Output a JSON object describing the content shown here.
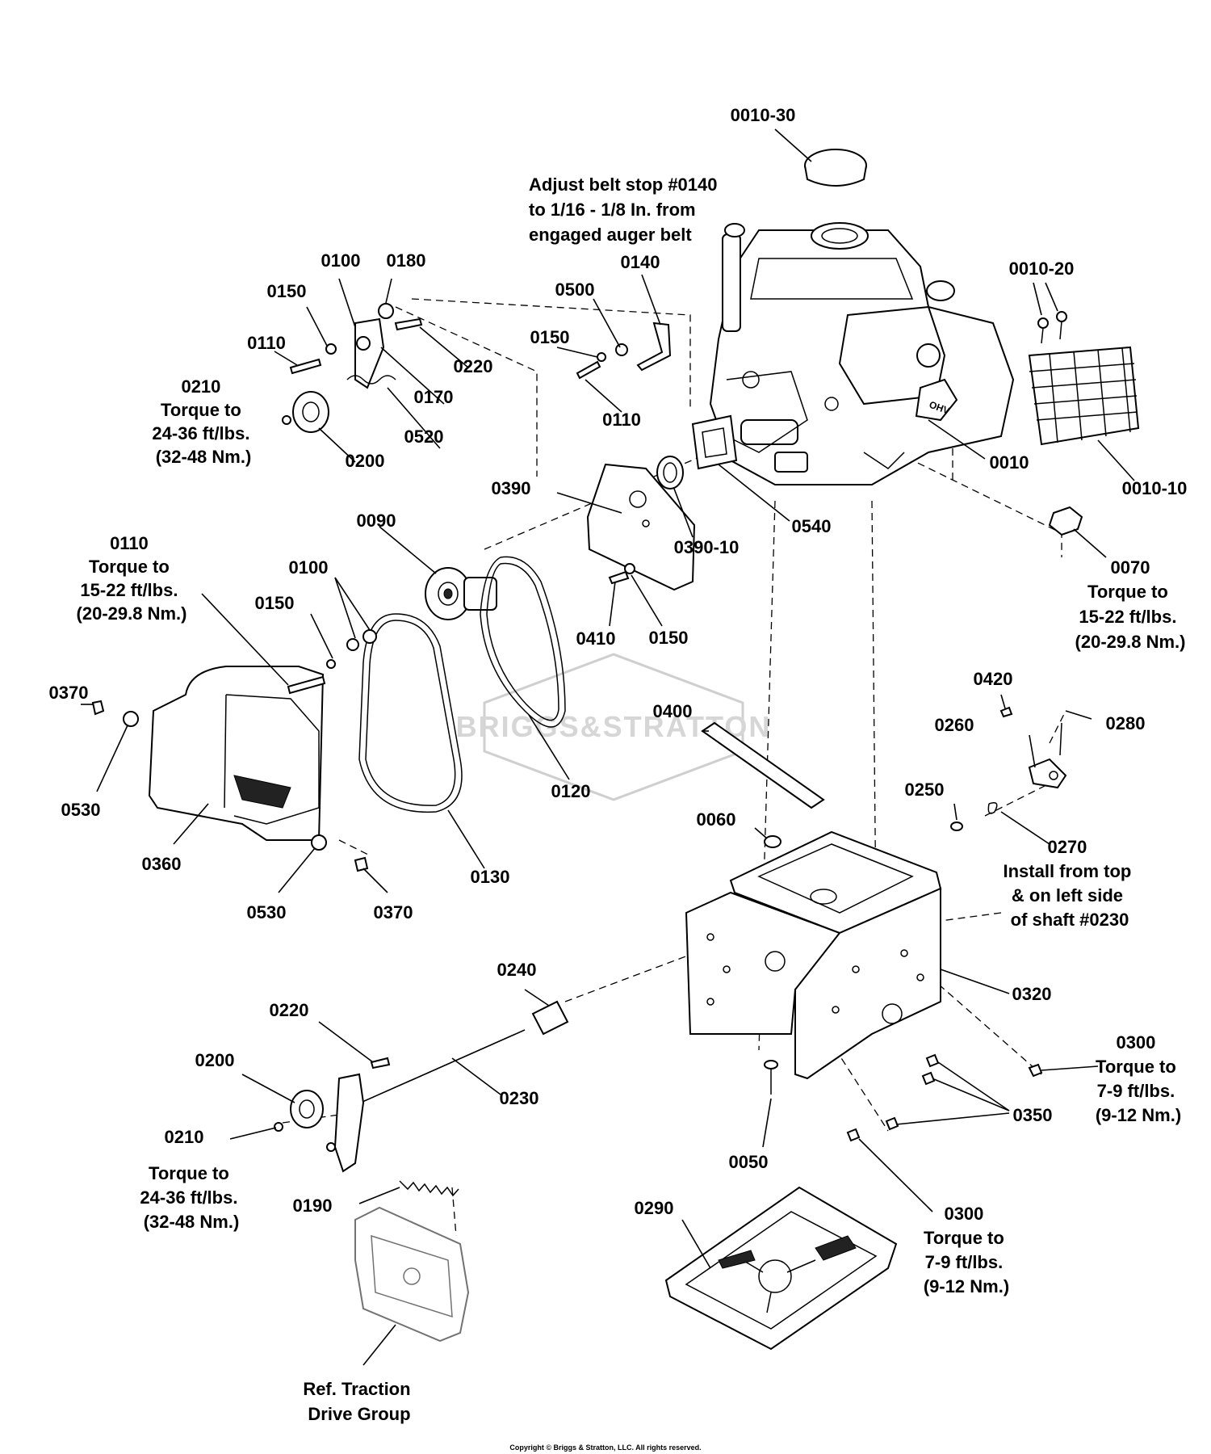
{
  "watermark": {
    "text": "BRIGGS&STRATTON"
  },
  "copyright": "Copyright © Briggs & Stratton, LLC. All rights reserved.",
  "callouts": [
    {
      "id": "c_0010_30",
      "text": "0010-30"
    },
    {
      "id": "c_0010_20",
      "text": "0010-20"
    },
    {
      "id": "c_0010",
      "text": "0010"
    },
    {
      "id": "c_0010_10",
      "text": "0010-10"
    },
    {
      "id": "c_0070",
      "text": "0070"
    },
    {
      "id": "c_0140",
      "text": "0140"
    },
    {
      "id": "c_0500",
      "text": "0500"
    },
    {
      "id": "c_0150_a",
      "text": "0150"
    },
    {
      "id": "c_0110_a",
      "text": "0110"
    },
    {
      "id": "c_0390",
      "text": "0390"
    },
    {
      "id": "c_0390_10",
      "text": "0390-10"
    },
    {
      "id": "c_0540",
      "text": "0540"
    },
    {
      "id": "c_0410",
      "text": "0410"
    },
    {
      "id": "c_0150_b",
      "text": "0150"
    },
    {
      "id": "c_0100_a",
      "text": "0100"
    },
    {
      "id": "c_0180",
      "text": "0180"
    },
    {
      "id": "c_0150_c",
      "text": "0150"
    },
    {
      "id": "c_0110_b",
      "text": "0110"
    },
    {
      "id": "c_0220_a",
      "text": "0220"
    },
    {
      "id": "c_0170",
      "text": "0170"
    },
    {
      "id": "c_0520",
      "text": "0520"
    },
    {
      "id": "c_0200_a",
      "text": "0200"
    },
    {
      "id": "c_0090",
      "text": "0090"
    },
    {
      "id": "c_0100_b",
      "text": "0100"
    },
    {
      "id": "c_0150_d",
      "text": "0150"
    },
    {
      "id": "c_0370_a",
      "text": "0370"
    },
    {
      "id": "c_0530_a",
      "text": "0530"
    },
    {
      "id": "c_0360",
      "text": "0360"
    },
    {
      "id": "c_0530_b",
      "text": "0530"
    },
    {
      "id": "c_0370_b",
      "text": "0370"
    },
    {
      "id": "c_0130",
      "text": "0130"
    },
    {
      "id": "c_0120",
      "text": "0120"
    },
    {
      "id": "c_0400",
      "text": "0400"
    },
    {
      "id": "c_0060",
      "text": "0060"
    },
    {
      "id": "c_0420",
      "text": "0420"
    },
    {
      "id": "c_0260",
      "text": "0260"
    },
    {
      "id": "c_0280",
      "text": "0280"
    },
    {
      "id": "c_0250",
      "text": "0250"
    },
    {
      "id": "c_0320",
      "text": "0320"
    },
    {
      "id": "c_0240",
      "text": "0240"
    },
    {
      "id": "c_0220_b",
      "text": "0220"
    },
    {
      "id": "c_0200_b",
      "text": "0200"
    },
    {
      "id": "c_0230",
      "text": "0230"
    },
    {
      "id": "c_0210_b",
      "text": "0210"
    },
    {
      "id": "c_0190",
      "text": "0190"
    },
    {
      "id": "c_0350",
      "text": "0350"
    },
    {
      "id": "c_0050",
      "text": "0050"
    },
    {
      "id": "c_0290",
      "text": "0290"
    }
  ],
  "notes": [
    {
      "id": "n_adjust",
      "lines": [
        "Adjust belt stop #0140",
        "to 1/16 - 1/8 In. from",
        "engaged auger belt"
      ]
    },
    {
      "id": "n_0210_top",
      "lines": [
        "0210",
        "Torque to",
        "24-36 ft/lbs.",
        "(32-48 Nm.)"
      ]
    },
    {
      "id": "n_0110",
      "lines": [
        "0110",
        "Torque to",
        "15-22 ft/lbs.",
        "(20-29.8 Nm.)"
      ]
    },
    {
      "id": "n_0070",
      "lines": [
        "Torque to",
        "15-22 ft/lbs.",
        "(20-29.8 Nm.)"
      ]
    },
    {
      "id": "n_0270",
      "lines": [
        "0270",
        "Install from top",
        "& on left side",
        "of shaft #0230"
      ]
    },
    {
      "id": "n_0300_right",
      "lines": [
        "0300",
        "Torque to",
        "7-9 ft/lbs.",
        "(9-12 Nm.)"
      ]
    },
    {
      "id": "n_0300_bottom",
      "lines": [
        "0300",
        "Torque to",
        "7-9 ft/lbs.",
        "(9-12 Nm.)"
      ]
    },
    {
      "id": "n_0210_bottom",
      "lines": [
        "Torque to",
        "24-36 ft/lbs.",
        "(32-48 Nm.)"
      ]
    },
    {
      "id": "n_ref",
      "lines": [
        "Ref. Traction",
        "Drive Group"
      ]
    }
  ]
}
